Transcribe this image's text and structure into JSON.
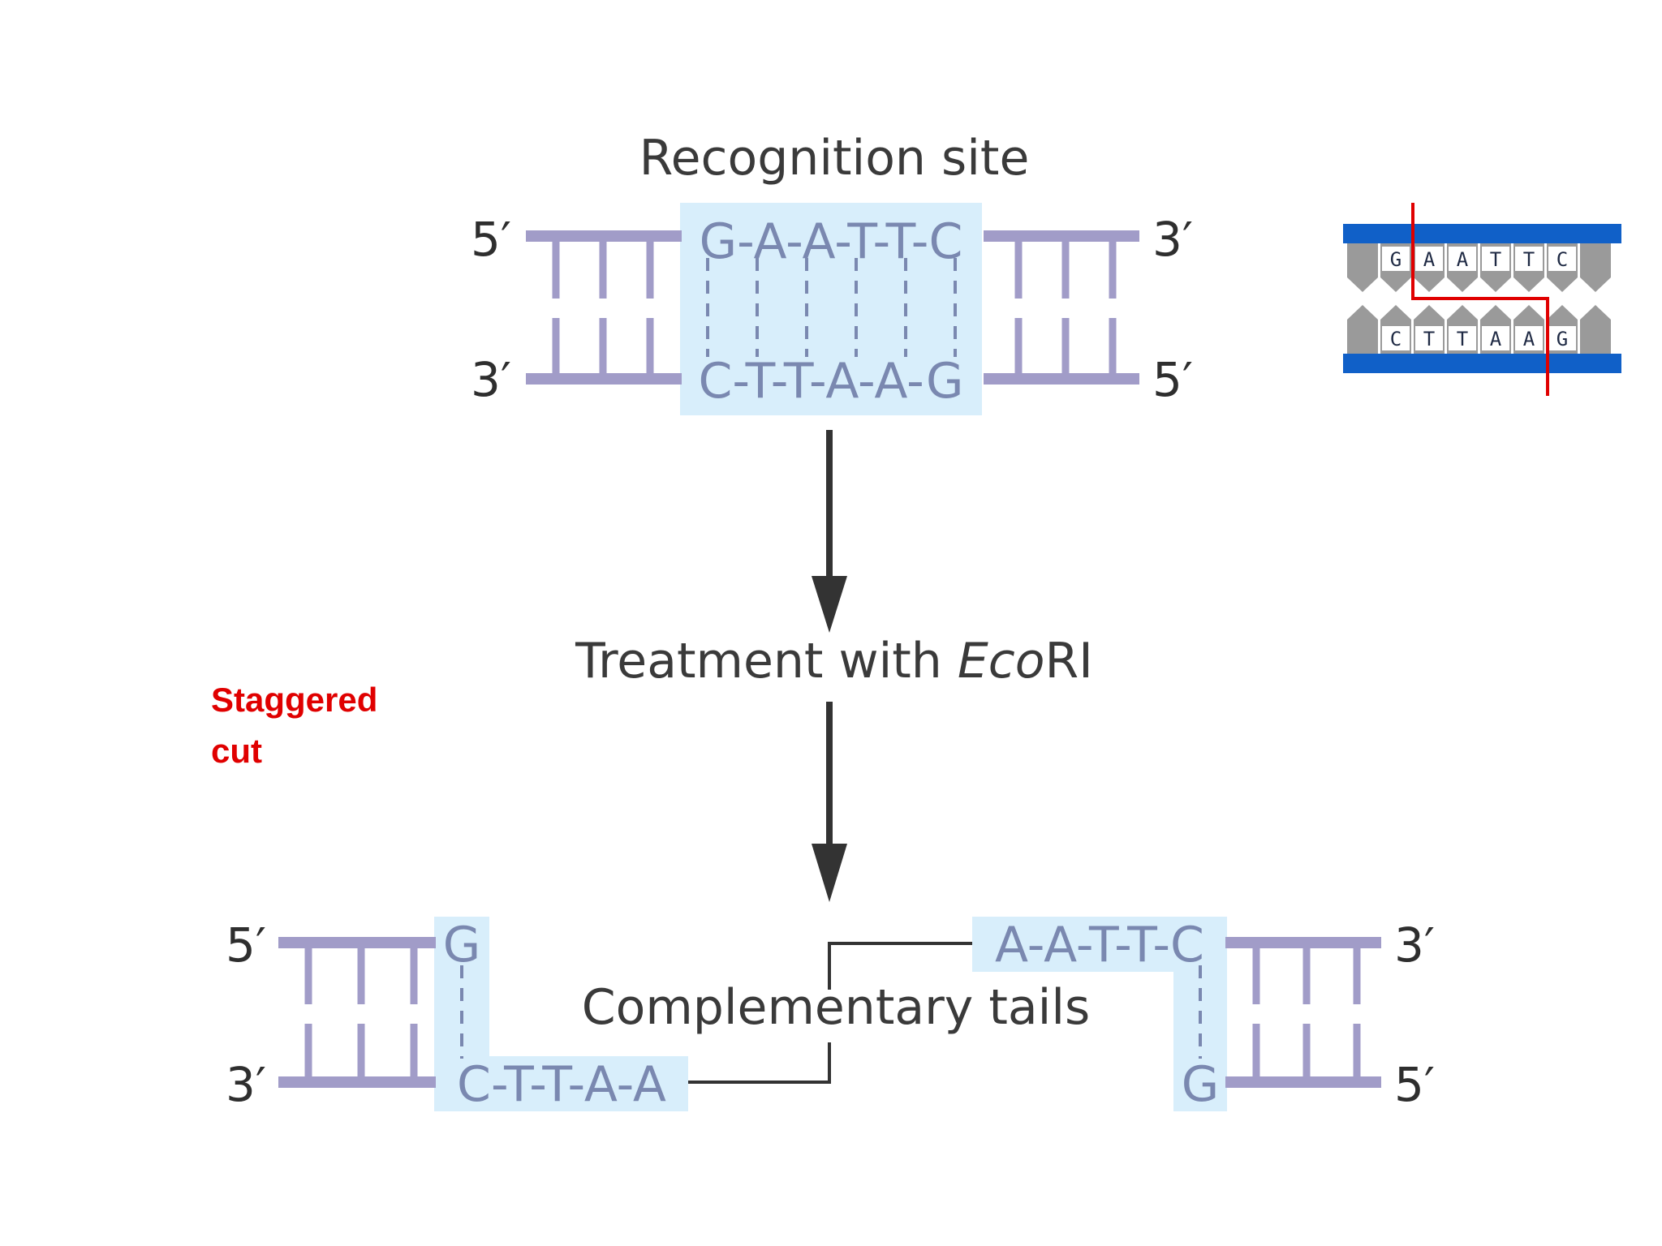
{
  "diagram": {
    "top": {
      "title": "Recognition site",
      "top_strand_sequence": "G-A-A-T-T-C",
      "bottom_strand_sequence": "C-T-T-A-A-G",
      "top_left_label": "5′",
      "top_right_label": "3′",
      "bottom_left_label": "3′",
      "bottom_right_label": "5′"
    },
    "treatment": {
      "prefix": "Treatment with ",
      "enzyme_italic": "Eco",
      "enzyme_suffix": "RI"
    },
    "annotation": {
      "line1": "Staggered",
      "line2": "cut",
      "color": "#e00000"
    },
    "bottom": {
      "left_fragment": {
        "top_base": "G",
        "bottom_sequence": "C-T-T-A-A",
        "top_label": "5′",
        "bottom_label": "3′"
      },
      "right_fragment": {
        "top_sequence": "A-A-T-T-C",
        "bottom_base": "G",
        "top_label": "3′",
        "bottom_label": "5′"
      },
      "tails_label": "Complementary tails"
    },
    "inset": {
      "top_letters": [
        "G",
        "A",
        "A",
        "T",
        "T",
        "C"
      ],
      "bottom_letters": [
        "C",
        "T",
        "T",
        "A",
        "A",
        "G"
      ],
      "backbone_color": "#1060c8",
      "cut_color": "#e00000"
    },
    "colors": {
      "strand": "#a19cc8",
      "highlight": "#d8eefb",
      "sequence_text": "#7a88b0",
      "arrow": "#333333"
    }
  }
}
